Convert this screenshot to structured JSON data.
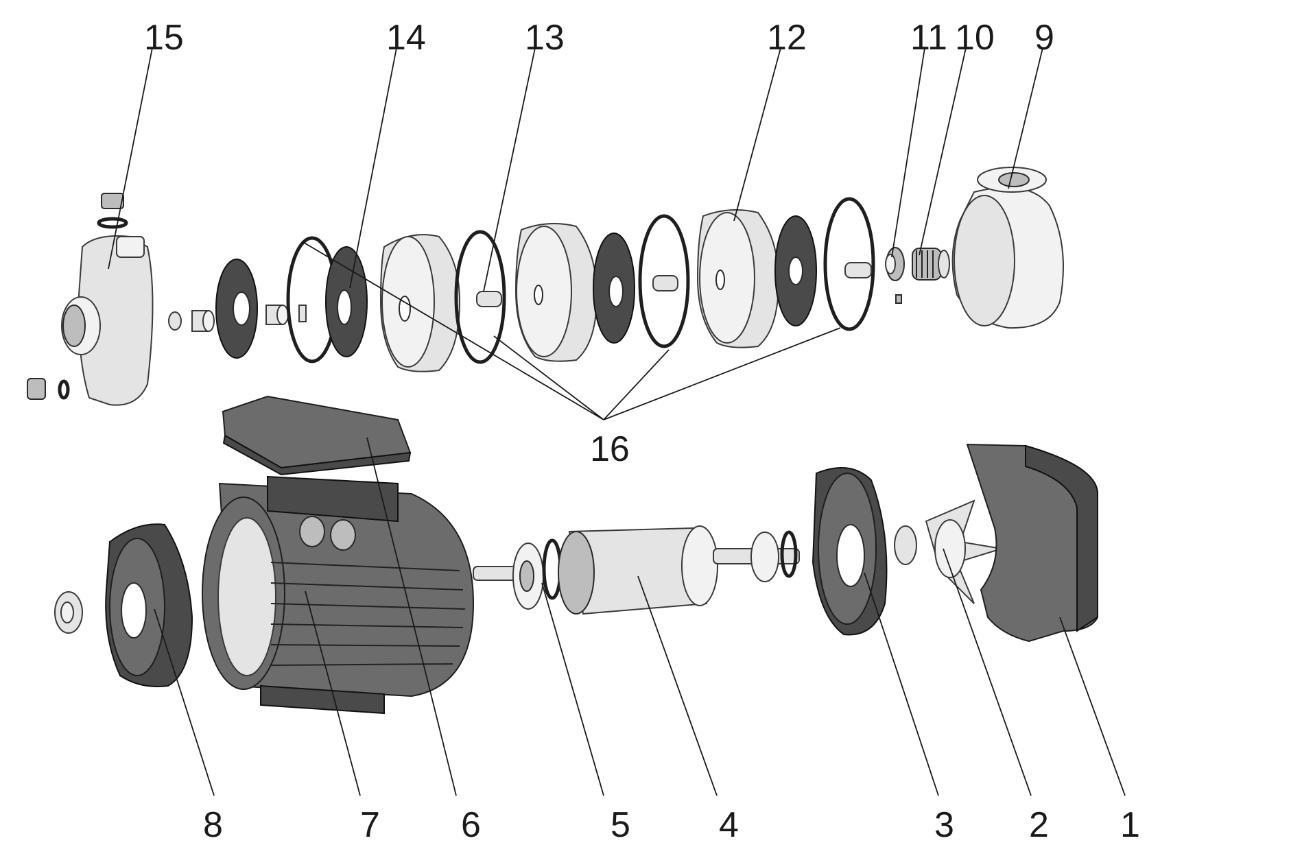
{
  "diagram": {
    "labels": [
      {
        "id": "1",
        "text": "1"
      },
      {
        "id": "2",
        "text": "2"
      },
      {
        "id": "3",
        "text": "3"
      },
      {
        "id": "4",
        "text": "4"
      },
      {
        "id": "5",
        "text": "5"
      },
      {
        "id": "6",
        "text": "6"
      },
      {
        "id": "7",
        "text": "7"
      },
      {
        "id": "8",
        "text": "8"
      },
      {
        "id": "9",
        "text": "9"
      },
      {
        "id": "10",
        "text": "10"
      },
      {
        "id": "11",
        "text": "11"
      },
      {
        "id": "12",
        "text": "12"
      },
      {
        "id": "13",
        "text": "13"
      },
      {
        "id": "14",
        "text": "14"
      },
      {
        "id": "15",
        "text": "15"
      },
      {
        "id": "16",
        "text": "16"
      }
    ]
  }
}
